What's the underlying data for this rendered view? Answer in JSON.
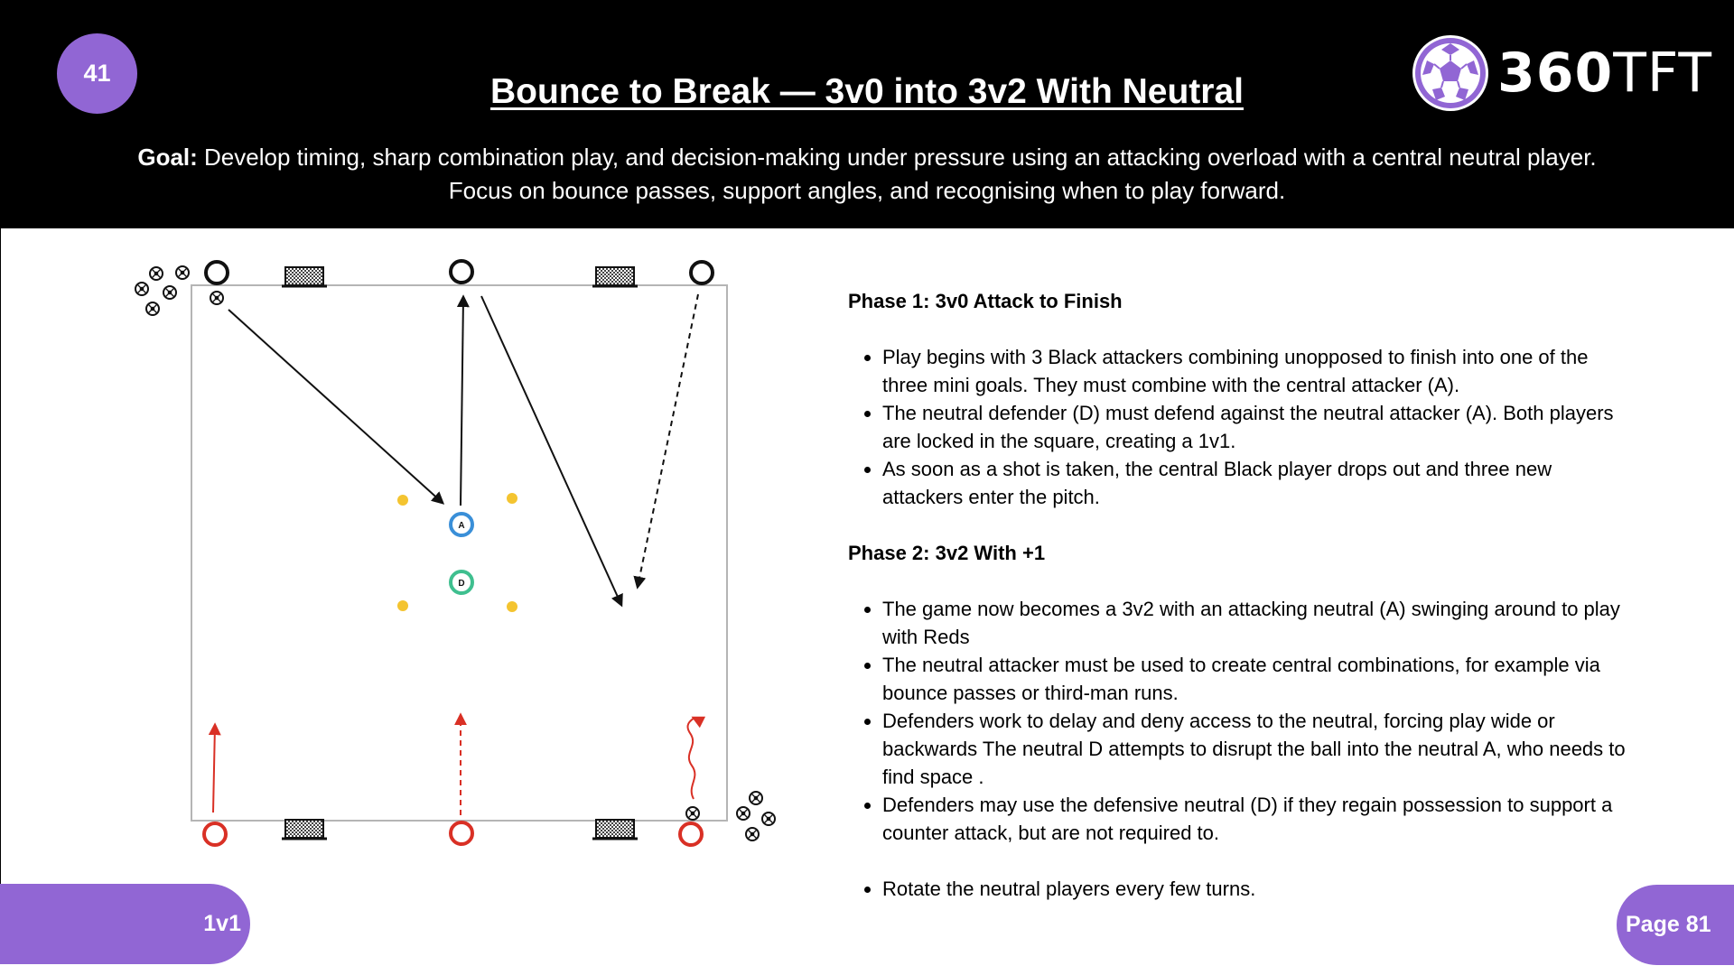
{
  "header": {
    "number": "41",
    "title": "Bounce to Break — 3v0 into 3v2 With Neutral",
    "goal_label": "Goal:",
    "goal_line1": "Develop timing, sharp combination play, and decision-making under pressure using an attacking overload with a central neutral player.",
    "goal_line2": "Focus on bounce passes, support angles, and recognising when to play forward.",
    "logo_text_bold": "360",
    "logo_text_light": "TFT"
  },
  "diagram": {
    "attacker_label": "A",
    "defender_label": "D",
    "colors": {
      "black": "#111111",
      "red": "#d93025",
      "blue": "#3a8fd8",
      "green": "#3fbf8f",
      "yellow": "#f4c430"
    }
  },
  "phases": [
    {
      "title": "Phase 1: 3v0 Attack to Finish",
      "items": [
        "Play begins with 3 Black attackers combining unopposed to finish into one of the three mini goals.  They must combine with the central attacker (A).",
        "The neutral defender (D) must defend against the neutral attacker (A).  Both players are locked in the square, creating a 1v1.",
        "As soon as a shot is taken, the central Black player drops out and three new attackers enter the pitch."
      ]
    },
    {
      "title": "Phase 2: 3v2 With +1",
      "items": [
        "The game now becomes a 3v2 with an attacking neutral (A) swinging around to play with Reds",
        "The neutral attacker must be used to create central combinations, for example via bounce passes or third-man runs.",
        "Defenders work to delay and deny access to the neutral, forcing play wide or backwards  The neutral D attempts to disrupt the ball into the neutral A, who needs to find space .",
        "Defenders may use the defensive neutral (D) if they regain possession to support a counter attack, but are not required to."
      ]
    }
  ],
  "final_note": "Rotate the neutral players every few turns.",
  "footer": {
    "left_label": "1v1",
    "right_label": "Page 81"
  }
}
